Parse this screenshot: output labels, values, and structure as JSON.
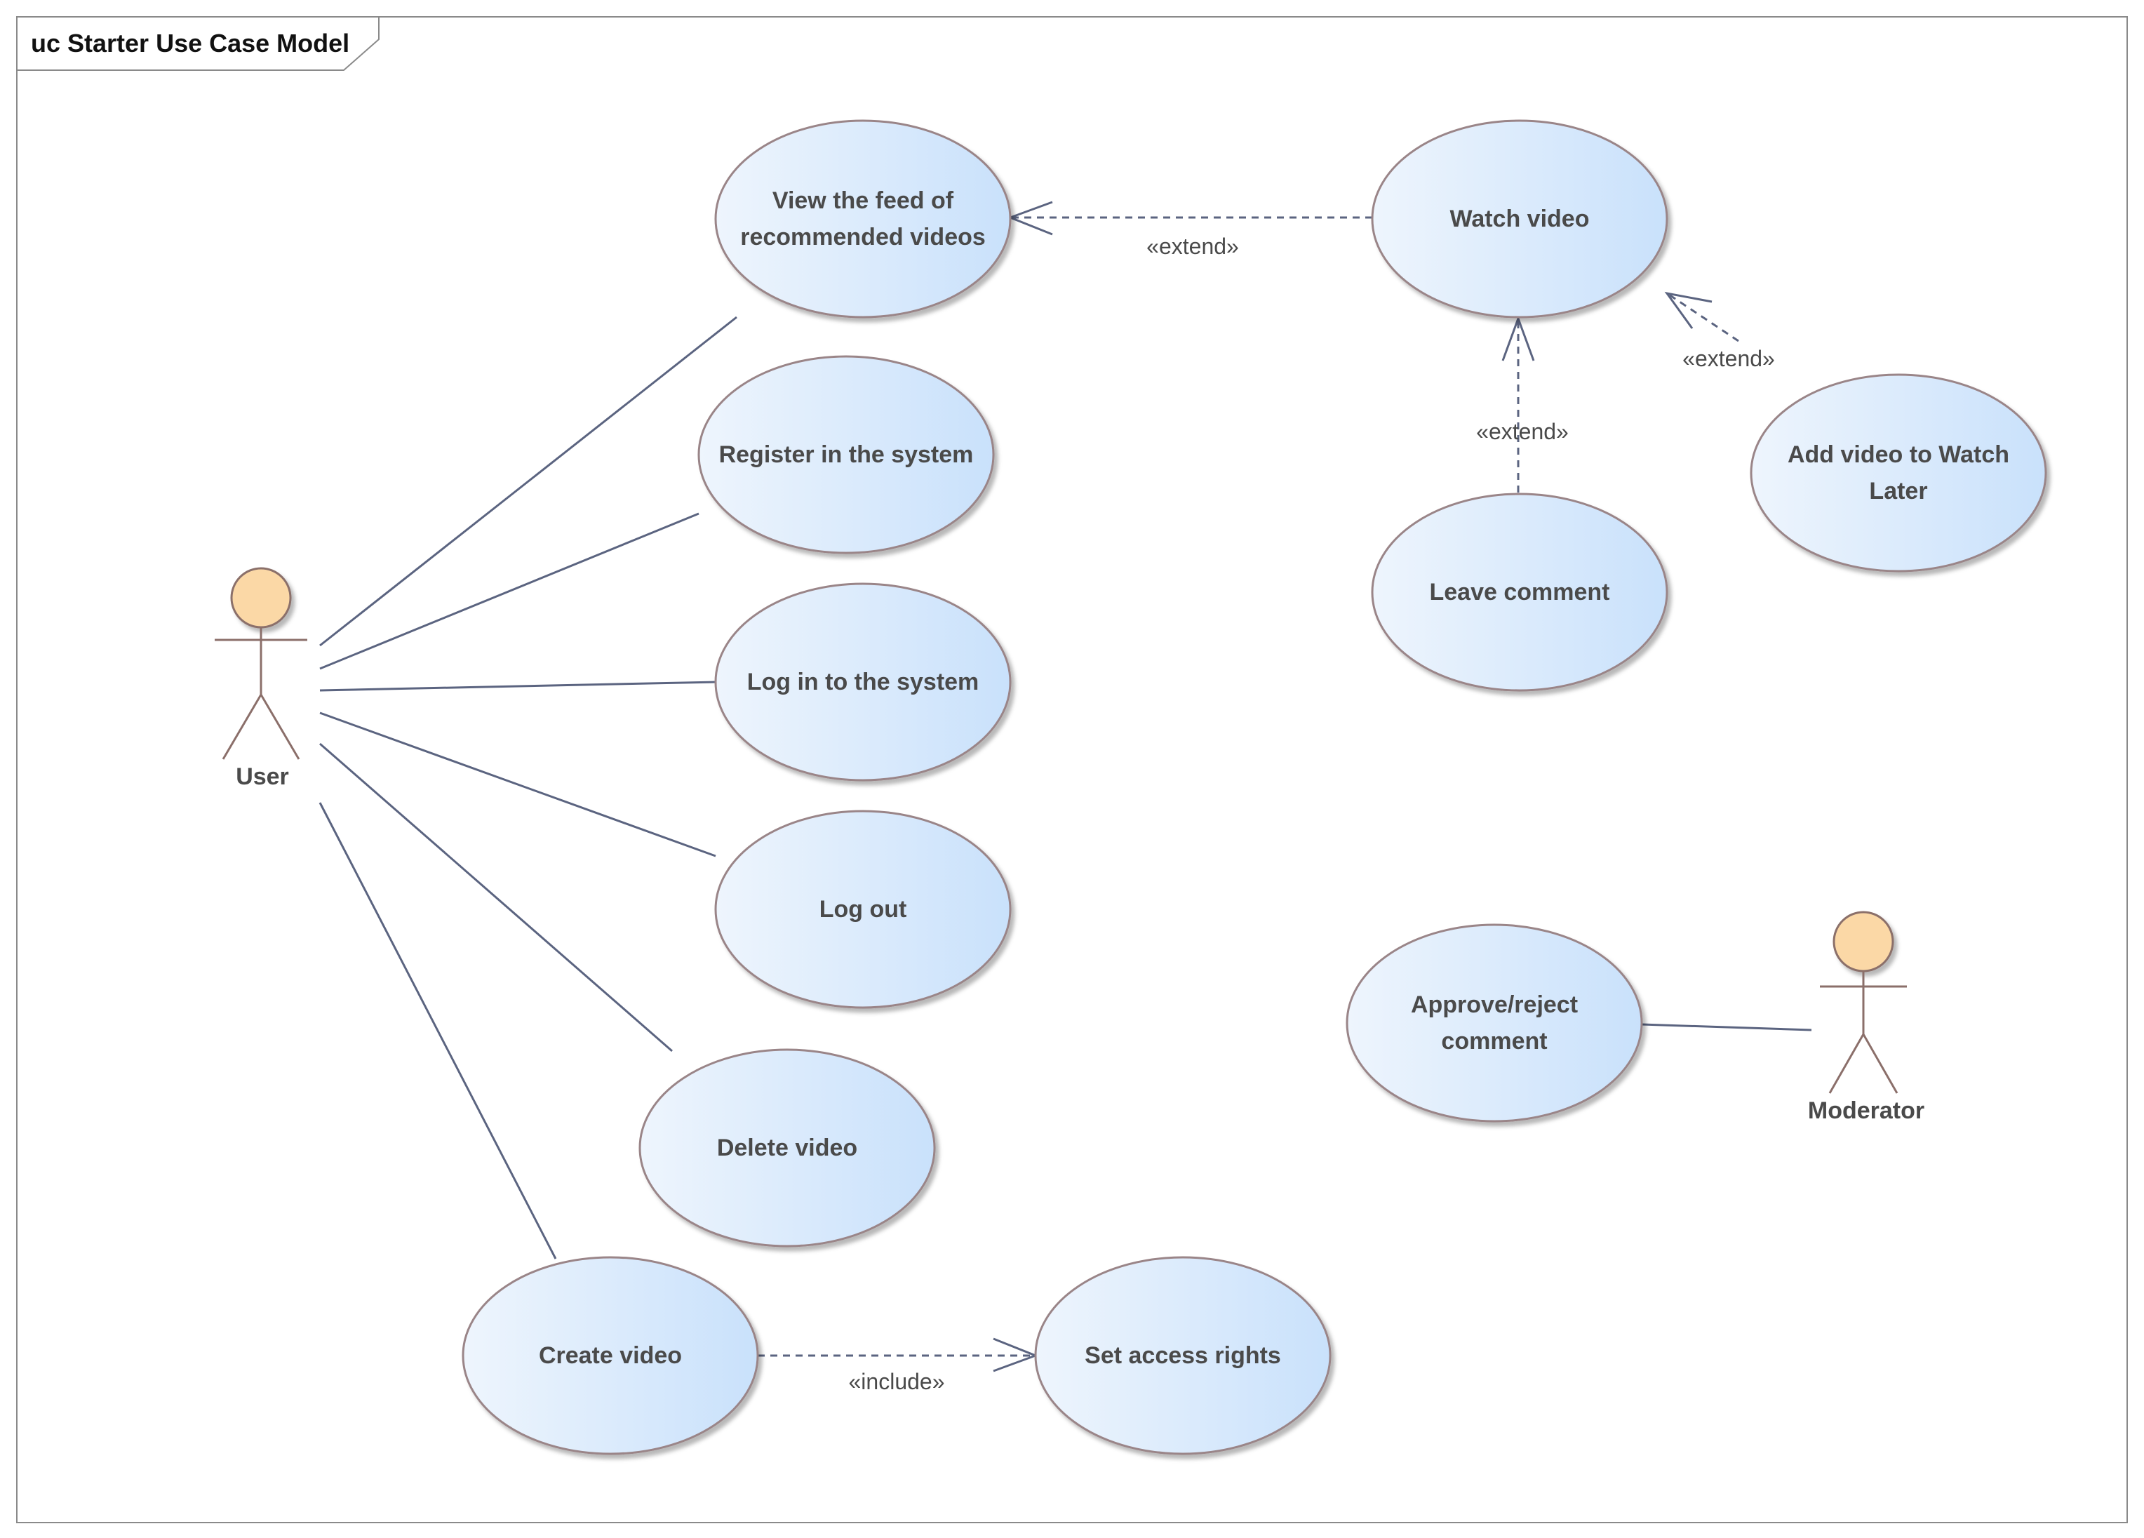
{
  "frame": {
    "title": "uc Starter Use Case Model"
  },
  "colors": {
    "ellipse_border": "#9a8588",
    "ellipse_fill_light": "#eef5fd",
    "ellipse_fill_dark": "#c9e1fb",
    "association_line": "#5b6480",
    "actor_head_fill": "#fbd8a6",
    "text": "#4a4a4a"
  },
  "actors": [
    {
      "id": "user",
      "name": "User"
    },
    {
      "id": "moderator",
      "name": "Moderator"
    }
  ],
  "use_cases": [
    {
      "id": "view_feed",
      "lines": [
        "View the feed of",
        "recommended videos"
      ]
    },
    {
      "id": "register",
      "lines": [
        "Register in the system"
      ]
    },
    {
      "id": "login",
      "lines": [
        "Log in to the system"
      ]
    },
    {
      "id": "logout",
      "lines": [
        "Log out"
      ]
    },
    {
      "id": "delete_video",
      "lines": [
        "Delete video"
      ]
    },
    {
      "id": "create_video",
      "lines": [
        "Create video"
      ]
    },
    {
      "id": "set_access",
      "lines": [
        "Set access rights"
      ]
    },
    {
      "id": "watch_video",
      "lines": [
        "Watch video"
      ]
    },
    {
      "id": "leave_comment",
      "lines": [
        "Leave comment"
      ]
    },
    {
      "id": "watch_later",
      "lines": [
        "Add video to Watch",
        "Later"
      ]
    },
    {
      "id": "approve_reject",
      "lines": [
        "Approve/reject",
        "comment"
      ]
    }
  ],
  "relations": [
    {
      "from": "watch_video",
      "to": "view_feed",
      "stereotype": "«extend»"
    },
    {
      "from": "leave_comment",
      "to": "watch_video",
      "stereotype": "«extend»"
    },
    {
      "from": "watch_later",
      "to": "watch_video",
      "stereotype": "«extend»"
    },
    {
      "from": "create_video",
      "to": "set_access",
      "stereotype": "«include»"
    }
  ]
}
